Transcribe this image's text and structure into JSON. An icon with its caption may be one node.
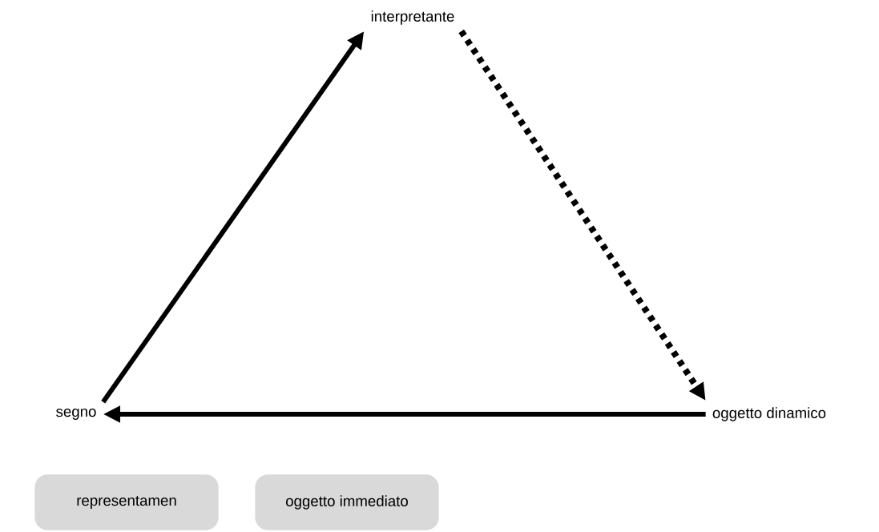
{
  "diagram": {
    "nodes": [
      {
        "text": [
          "interpretante"
        ]
      },
      {
        "text": [
          "segno"
        ]
      },
      {
        "text": [
          "oggetto dinamico"
        ]
      },
      {
        "text": [
          "representamen"
        ]
      },
      {
        "text": [
          "oggetto immediato"
        ]
      }
    ],
    "edges": [
      {
        "from": 1,
        "to": 0,
        "arrow": "to"
      },
      {
        "from": 0,
        "to": 2,
        "arrow": "to",
        "style": "dashed"
      },
      {
        "from": 2,
        "to": 1,
        "arrow": "to"
      }
    ]
  }
}
